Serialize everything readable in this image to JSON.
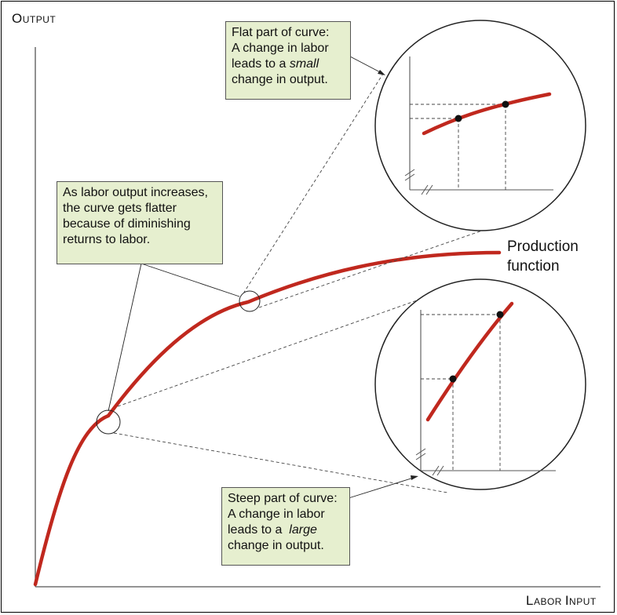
{
  "axes": {
    "y_label_first": "O",
    "y_label_rest": "UTPUT",
    "x_label_first": "L",
    "x_label_mid": "ABOR ",
    "x_label_first2": "I",
    "x_label_rest": "NPUT"
  },
  "curve_label": {
    "line1": "Production",
    "line2": "function"
  },
  "callouts": {
    "flat": {
      "line1": "Flat part of curve:",
      "line2": "A change in labor",
      "line3_pre": "leads to a ",
      "line3_em": "small",
      "line4": "change in output."
    },
    "middle": {
      "line1": "As labor output increases,",
      "line2": "the curve gets flatter",
      "line3": "because of diminishing",
      "line4": "returns to labor."
    },
    "steep": {
      "line1": "Steep part of curve:",
      "line2": "A change in labor",
      "line3_pre": "leads to a  ",
      "line3_em": "large",
      "line4": "change in output."
    }
  },
  "colors": {
    "curve": "#c0281e",
    "callout_bg": "#e6efcf",
    "axis": "#555555"
  }
}
